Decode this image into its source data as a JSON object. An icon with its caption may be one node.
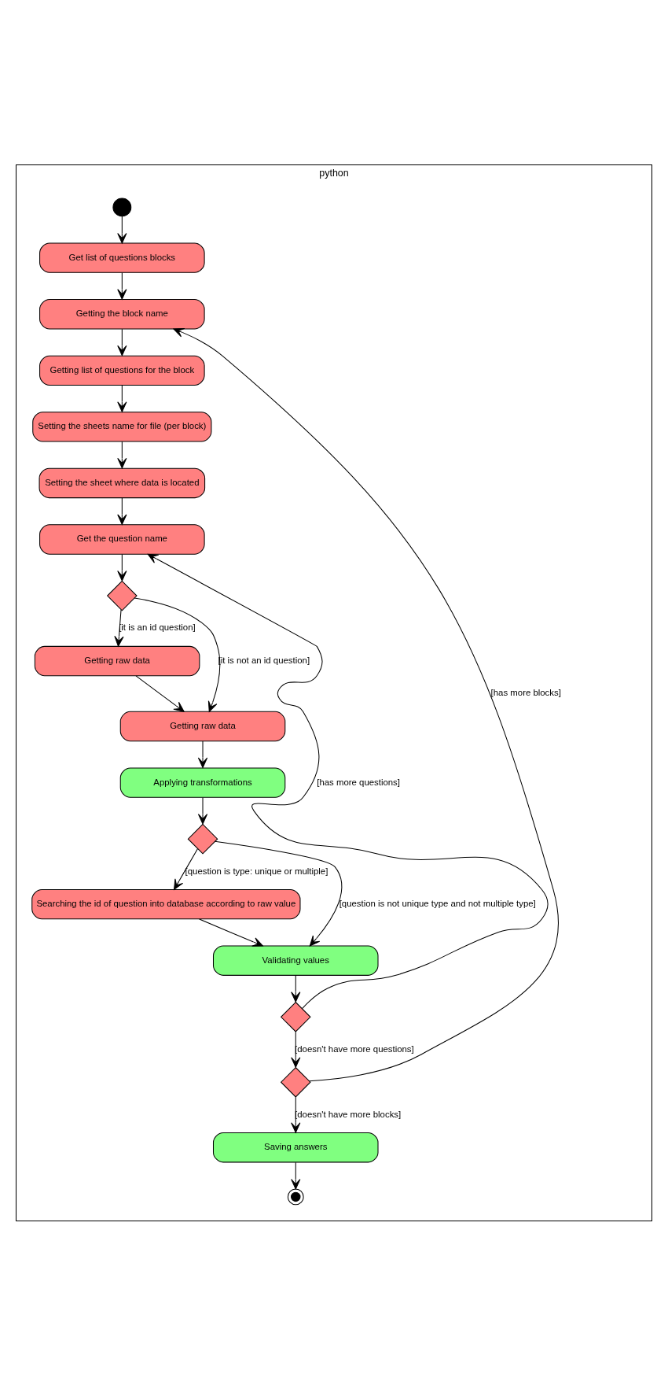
{
  "diagram": {
    "nodes": [
      {
        "text": [
          "python"
        ]
      },
      {
        "text": [],
        "shape": "circle",
        "in": 0
      },
      {
        "text": [
          "Get list of questions blocks"
        ],
        "in": 0
      },
      {
        "text": [
          "Getting the block name"
        ],
        "in": 0
      },
      {
        "text": [
          "Getting list of questions for the block"
        ],
        "in": 0
      },
      {
        "text": [
          "Setting the sheets name for file (per block)"
        ],
        "in": 0
      },
      {
        "text": [
          "Setting the sheet where data is located"
        ],
        "in": 0
      },
      {
        "text": [
          "Get the question name"
        ],
        "in": 0
      },
      {
        "text": [],
        "shape": "diamond",
        "in": 0
      },
      {
        "text": [
          "Getting raw data"
        ],
        "in": 0
      },
      {
        "text": [
          "Getting raw data"
        ],
        "in": 0
      },
      {
        "text": [
          "Applying transformations"
        ],
        "in": 0
      },
      {
        "text": [],
        "shape": "diamond",
        "in": 0
      },
      {
        "text": [
          "Searching the id of question into database according to raw value"
        ],
        "in": 0
      },
      {
        "text": [
          "Validating values"
        ],
        "in": 0
      },
      {
        "text": [],
        "shape": "diamond",
        "in": 0
      },
      {
        "text": [],
        "shape": "diamond",
        "in": 0
      },
      {
        "text": [
          "Saving answers"
        ],
        "in": 0
      },
      {
        "text": [],
        "shape": "circle",
        "in": 0
      }
    ],
    "edges": [
      {
        "from": 1,
        "to": 2,
        "arrow": "to"
      },
      {
        "from": 2,
        "to": 3,
        "arrow": "to"
      },
      {
        "from": 3,
        "to": 4,
        "arrow": "to"
      },
      {
        "from": 4,
        "to": 5,
        "arrow": "to"
      },
      {
        "from": 5,
        "to": 6,
        "arrow": "to"
      },
      {
        "from": 6,
        "to": 7,
        "arrow": "to"
      },
      {
        "from": 7,
        "to": 8,
        "arrow": "to"
      },
      {
        "from": 8,
        "to": 9,
        "arrow": "to",
        "label": "[it is an id question]"
      },
      {
        "from": 8,
        "to": 10,
        "arrow": "to",
        "label": "[it is not an id question]"
      },
      {
        "from": 9,
        "to": 10,
        "arrow": "to"
      },
      {
        "from": 10,
        "to": 11,
        "arrow": "to"
      },
      {
        "from": 11,
        "to": 12,
        "arrow": "to"
      },
      {
        "from": 12,
        "to": 13,
        "arrow": "to",
        "label": "[question is type: unique or multiple]"
      },
      {
        "from": 12,
        "to": 14,
        "arrow": "to",
        "label": "[question is not unique type and not multiple type]"
      },
      {
        "from": 13,
        "to": 14,
        "arrow": "to"
      },
      {
        "from": 14,
        "to": 15,
        "arrow": "to"
      },
      {
        "from": 15,
        "to": 7,
        "arrow": "to",
        "label": "[has more questions]"
      },
      {
        "from": 15,
        "to": 16,
        "arrow": "to",
        "label": "[doesn't have more questions]"
      },
      {
        "from": 16,
        "to": 3,
        "arrow": "to",
        "label": "[has more blocks]"
      },
      {
        "from": 16,
        "to": 17,
        "arrow": "to",
        "label": "[doesn't have more blocks]"
      },
      {
        "from": 17,
        "to": 18,
        "arrow": "to"
      }
    ]
  }
}
